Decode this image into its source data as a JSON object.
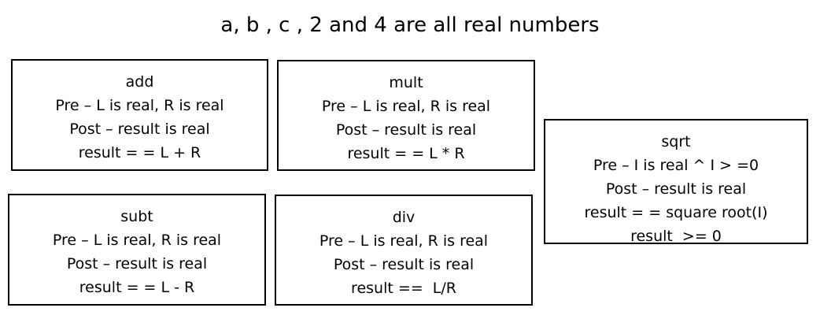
{
  "title": "a, b , c , 2 and 4 are all real numbers",
  "boxes": [
    {
      "name": "add",
      "lines": [
        "add",
        "Pre – L is real, R is real",
        "Post – result is real",
        "result = = L + R"
      ]
    },
    {
      "name": "mult",
      "lines": [
        "mult",
        "Pre – L is real, R is real",
        "Post – result is real",
        "result = = L * R"
      ]
    },
    {
      "name": "subt",
      "lines": [
        "subt",
        "Pre – L is real, R is real",
        "Post – result is real",
        "result = = L - R"
      ]
    },
    {
      "name": "div",
      "lines": [
        "div",
        "Pre – L is real, R is real",
        "Post – result is real",
        "result ==  L/R"
      ]
    },
    {
      "name": "sqrt",
      "lines": [
        "sqrt",
        "Pre – I is real ^ I > =0",
        "Post – result is real",
        "result = = square root(I)",
        "result  >= 0"
      ]
    }
  ]
}
